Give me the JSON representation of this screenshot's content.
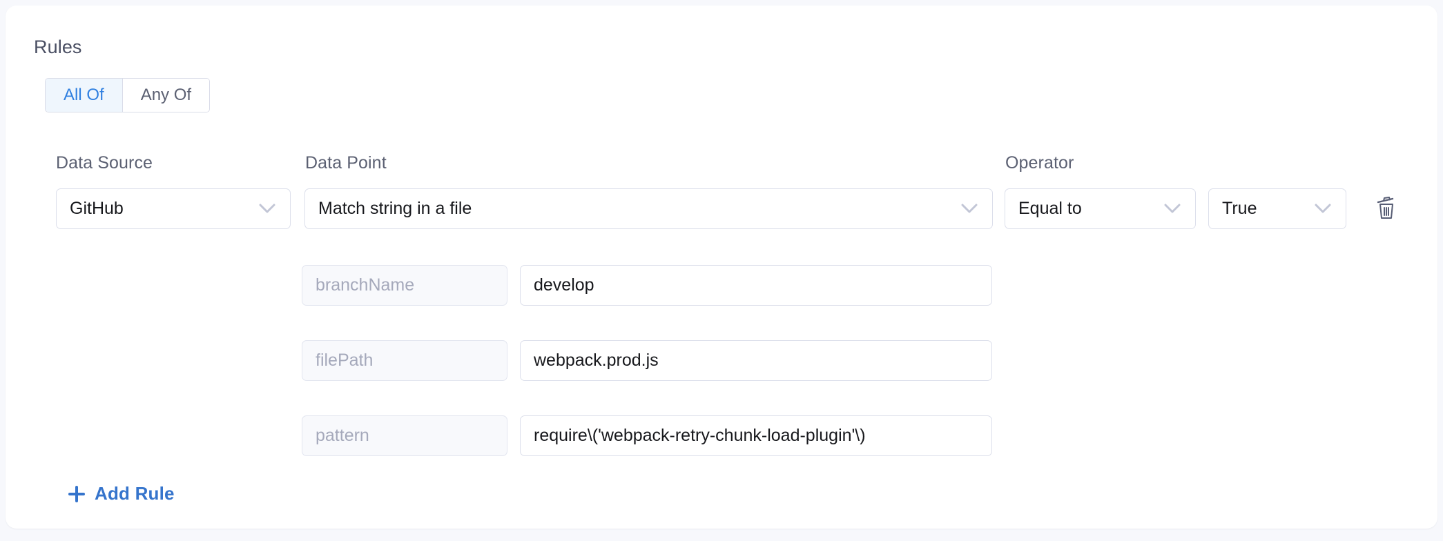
{
  "section": {
    "title": "Rules"
  },
  "match_toggle": {
    "options": [
      {
        "label": "All Of",
        "active": true
      },
      {
        "label": "Any Of",
        "active": false
      }
    ]
  },
  "columns": {
    "data_source": "Data Source",
    "data_point": "Data Point",
    "operator": "Operator"
  },
  "rule": {
    "data_source": {
      "value": "GitHub",
      "icon": "chevron-down-icon"
    },
    "data_point": {
      "value": "Match string in a file",
      "icon": "chevron-down-icon"
    },
    "operator": {
      "value": "Equal to",
      "icon": "chevron-down-icon"
    },
    "operator_value": {
      "value": "True",
      "icon": "chevron-down-icon"
    },
    "delete": {
      "icon": "trash-icon"
    },
    "parameters": [
      {
        "key": "branchName",
        "value": "develop"
      },
      {
        "key": "filePath",
        "value": "webpack.prod.js"
      },
      {
        "key": "pattern",
        "value": "require\\('webpack-retry-chunk-load-plugin'\\)"
      }
    ]
  },
  "add_rule": {
    "label": "Add Rule",
    "icon": "plus-icon"
  },
  "colors": {
    "accent_blue": "#3574cc",
    "toggle_active_bg": "#eff6fd",
    "toggle_active_text": "#2f7fe0",
    "card_bg": "#ffffff",
    "page_bg": "#f7f8fc",
    "border": "#dcdfeb",
    "muted_text": "#a5a9bb",
    "label_text": "#5b6072"
  }
}
